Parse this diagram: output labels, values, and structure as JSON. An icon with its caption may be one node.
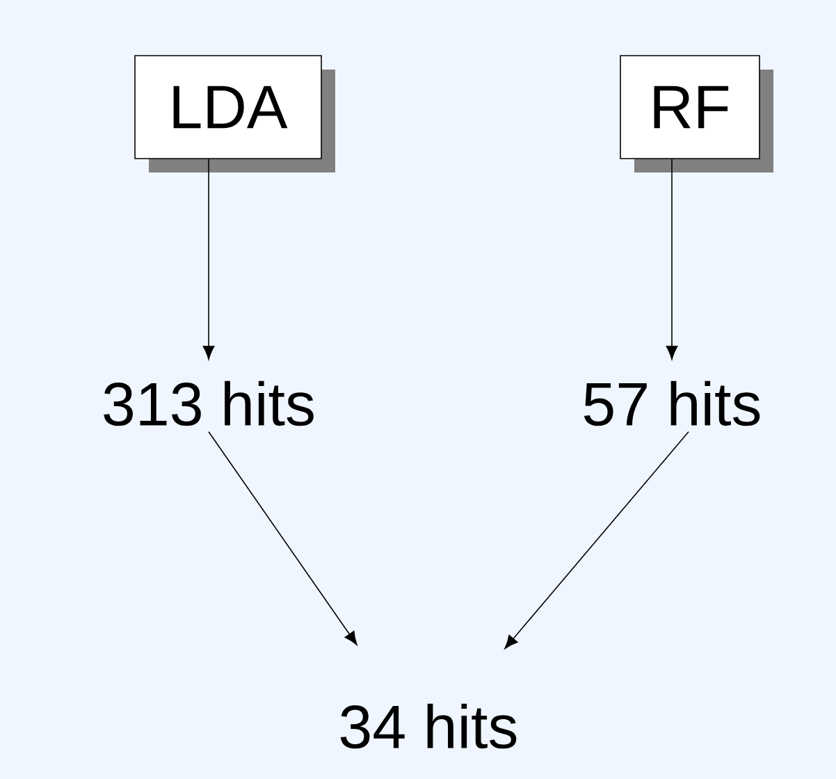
{
  "diagram": {
    "nodes": [
      {
        "text": [
          "LDA"
        ]
      },
      {
        "text": [
          "RF"
        ]
      },
      {
        "text": [
          "313 hits"
        ]
      },
      {
        "text": [
          "57 hits"
        ]
      },
      {
        "text": [
          "34 hits"
        ]
      }
    ],
    "edges": [
      {
        "from": 0,
        "to": 2,
        "arrow": "to"
      },
      {
        "from": 1,
        "to": 3,
        "arrow": "to"
      },
      {
        "from": 2,
        "to": 4,
        "arrow": "to"
      },
      {
        "from": 3,
        "to": 4,
        "arrow": "to"
      }
    ]
  }
}
